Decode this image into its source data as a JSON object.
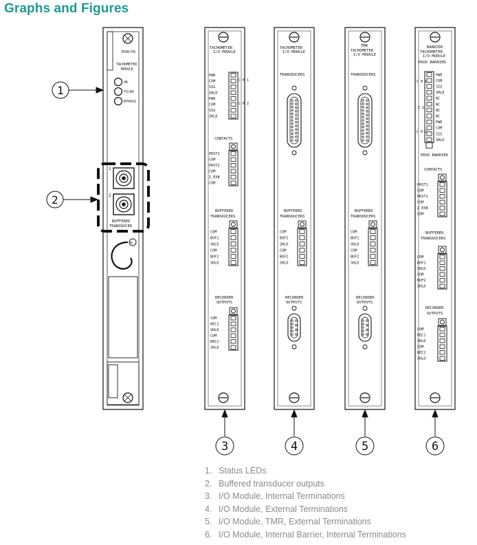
{
  "header": {
    "title": "Graphs and Figures"
  },
  "module_3500": {
    "model": "3500/50",
    "name_line1": "TACHOMETER",
    "name_line2": "MODULE",
    "leds": [
      "OK",
      "TX/RX",
      "BYPASS"
    ],
    "channels": [
      "1",
      "2"
    ],
    "buffered_line1": "BUFFERED",
    "buffered_line2": "TRANSDUCER",
    "registered": "®"
  },
  "callouts": [
    "1",
    "2",
    "3",
    "4",
    "5",
    "6"
  ],
  "panel3": {
    "title_line1": "TACHOMETER",
    "title_line2": "I/O MODULE",
    "main_terms": [
      "PWR",
      "COM",
      "SIG",
      "SHLD",
      "PWR",
      "COM",
      "SIG",
      "SHLD"
    ],
    "ch1": "C H 1",
    "ch2": "C H 2",
    "contacts_label": "CONTACTS",
    "contacts_terms": [
      "PRST1",
      "COM",
      "PRST2",
      "COM",
      "Z_EXB",
      "COM"
    ],
    "buffered_line1": "BUFFERED",
    "buffered_line2": "TRANSDUCERS",
    "buffered_terms": [
      "COM",
      "BUF1",
      "SHLD",
      "COM",
      "BUF2",
      "SHLD"
    ],
    "recorder_line1": "RECORDER",
    "recorder_line2": "OUTPUTS",
    "recorder_terms": [
      "COM",
      "REC1",
      "SHLD",
      "COM",
      "REC2",
      "SHLD"
    ]
  },
  "panel4": {
    "title_line1": "TACHOMETER",
    "title_line2": "I/O MODULE",
    "transducers_label": "TRANSDUCERS",
    "buffered_line1": "BUFFERED",
    "buffered_line2": "TRANSDUCERS",
    "buffered_terms": [
      "COM",
      "BUF1",
      "SHLD",
      "COM",
      "BUF2",
      "SHLD"
    ],
    "recorder_line1": "RECORDER",
    "recorder_line2": "OUTPUTS"
  },
  "panel5": {
    "title_line0": "TMR",
    "title_line1": "TACHOMETER",
    "title_line2": "I/O MODULE",
    "transducers_label": "TRANSDUCERS",
    "buffered_line1": "BUFFERED",
    "buffered_line2": "TRANSDUCERS",
    "buffered_terms": [
      "COM",
      "BUF1",
      "SHLD",
      "COM",
      "BUF2",
      "SHLD"
    ],
    "recorder_line1": "RECORDER",
    "recorder_line2": "OUTPUTS"
  },
  "panel6": {
    "title_line0": "BARRIER",
    "title_line1": "TACHOMETER",
    "title_line2": "I/O MODULE",
    "prox_barrier": "PROX  BARRIER",
    "main_terms": [
      "PWR",
      "COM",
      "SIG",
      "SHLD",
      "NC",
      "NC",
      "NC",
      "NC",
      "PWR",
      "COM",
      "SIG",
      "SHLD"
    ],
    "ch1": "C H 1",
    "is_label": "I S",
    "ch2": "C H 2",
    "contacts_label": "CONTACTS",
    "contacts_terms": [
      "PRST1",
      "COM",
      "PRST2",
      "COM",
      "Z_EXB",
      "COM"
    ],
    "buffered_line1": "BUFFERED",
    "buffered_line2": "TRANSDUCERS",
    "buffered_terms": [
      "COM",
      "BUF1",
      "SHLD",
      "COM",
      "BUF2",
      "SHLD"
    ],
    "recorder_line1": "RECORDER",
    "recorder_line2": "OUTPUTS",
    "recorder_terms": [
      "COM",
      "REC1",
      "SHLD",
      "COM",
      "REC2",
      "SHLD"
    ]
  },
  "legend": [
    {
      "num": "1.",
      "text": "Status LEDs"
    },
    {
      "num": "2.",
      "text": "Buffered transducer outputs"
    },
    {
      "num": "3.",
      "text": "I/O Module, Internal Terminations"
    },
    {
      "num": "4.",
      "text": "I/O Module, External Terminations"
    },
    {
      "num": "5.",
      "text": "I/O Module, TMR, External Terminations"
    },
    {
      "num": "6.",
      "text": "I/O Module, Internal Barrier, Internal Terminations"
    }
  ]
}
